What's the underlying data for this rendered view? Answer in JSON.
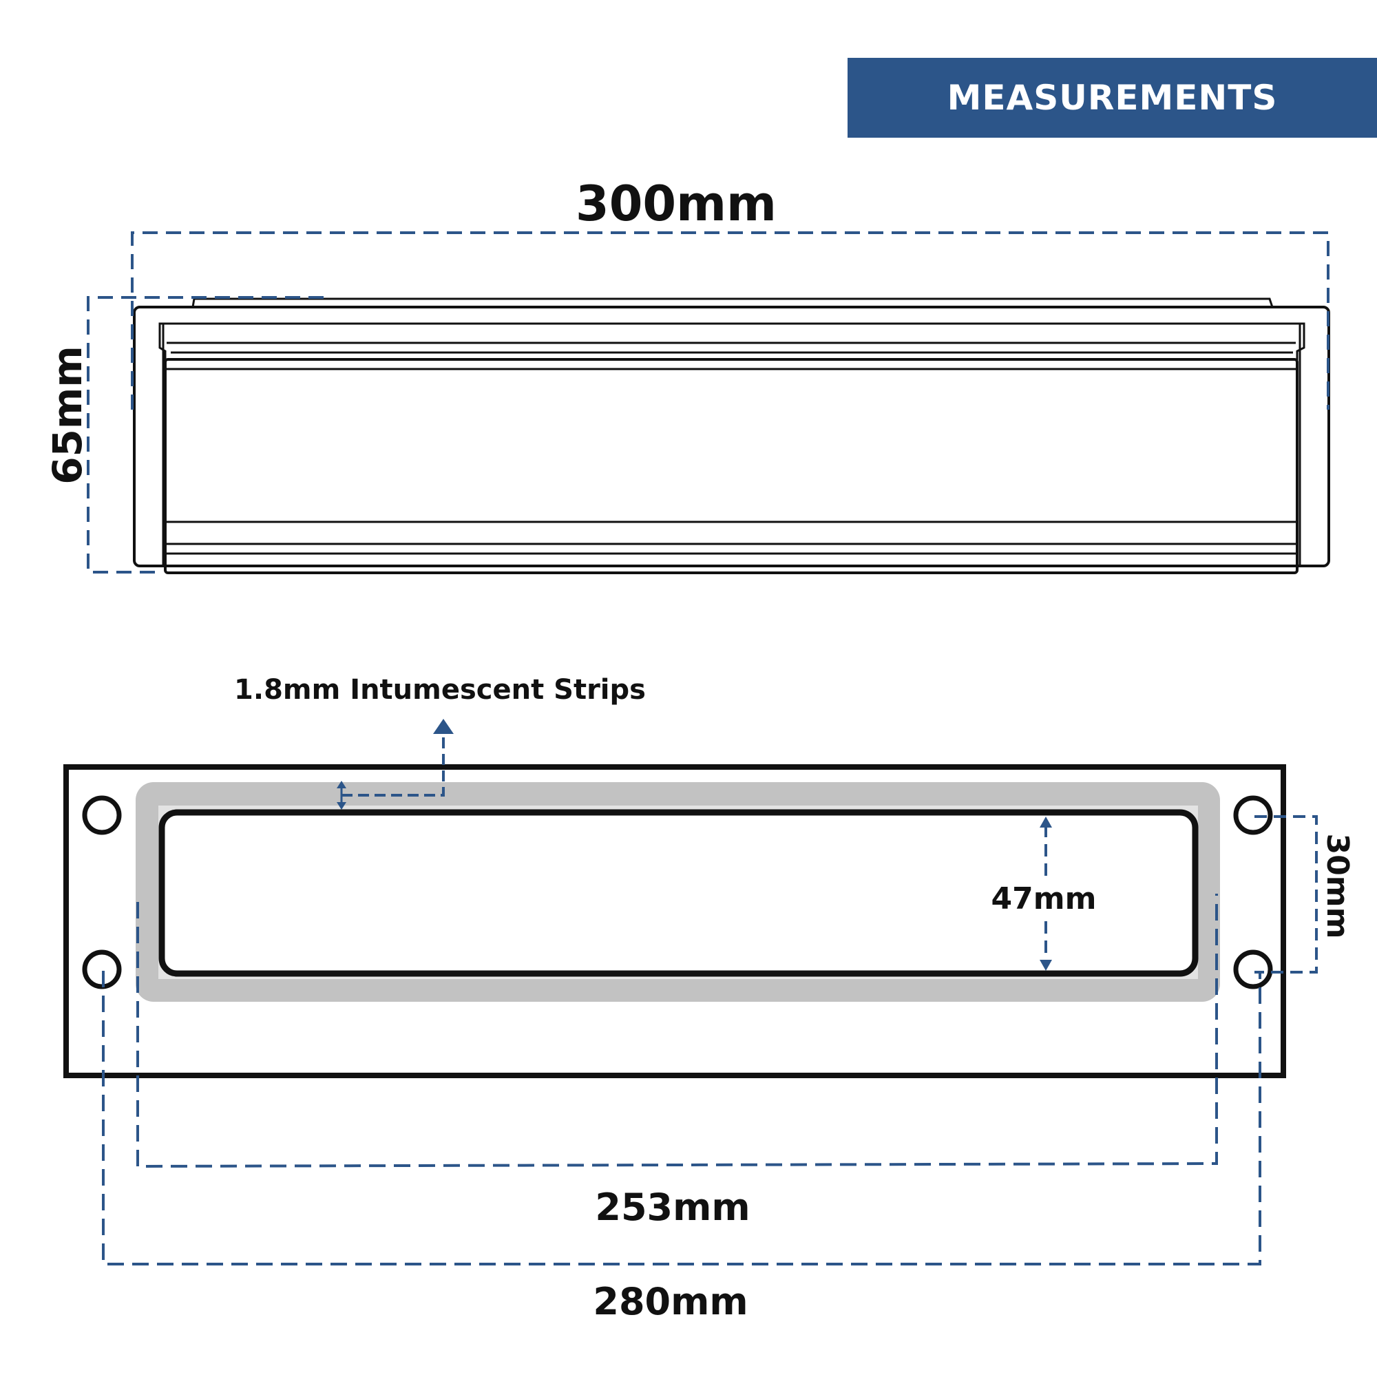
{
  "header": {
    "title": "MEASUREMENTS"
  },
  "dimensions": {
    "overall_width": "300mm",
    "overall_height": "65mm",
    "strips": "1.8mm Intumescent Strips",
    "aperture_height": "47mm",
    "hole_spacing_vertical": "30mm",
    "aperture_width": "253mm",
    "hole_spacing_horizontal": "280mm"
  },
  "colors": {
    "accent": "#2c5589",
    "outline": "#111111",
    "strip_gray": "#c2c2c2"
  }
}
